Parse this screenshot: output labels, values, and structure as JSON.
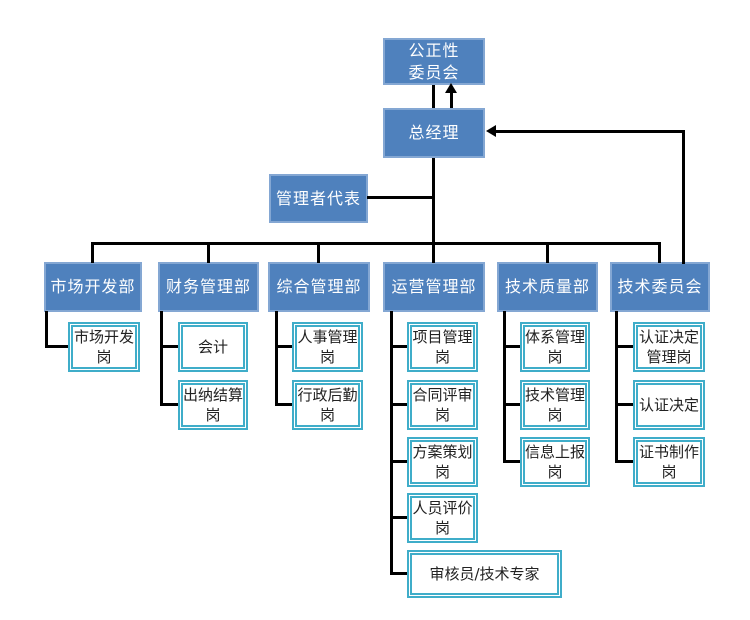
{
  "diagram": {
    "type": "org-chart",
    "hierarchy": {
      "impartiality_committee": "公正性委员会",
      "general_manager": "总经理",
      "management_representative": "管理者代表",
      "departments": [
        {
          "name": "市场开发部",
          "posts": [
            "市场开发岗"
          ]
        },
        {
          "name": "财务管理部",
          "posts": [
            "会计",
            "出纳结算岗"
          ]
        },
        {
          "name": "综合管理部",
          "posts": [
            "人事管理岗",
            "行政后勤岗"
          ]
        },
        {
          "name": "运营管理部",
          "posts": [
            "项目管理岗",
            "合同评审岗",
            "方案策划岗",
            "人员评价岗",
            "审核员/技术专家"
          ]
        },
        {
          "name": "技术质量部",
          "posts": [
            "体系管理岗",
            "技术管理岗",
            "信息上报岗"
          ]
        },
        {
          "name": "技术委员会",
          "posts": [
            "认证决定管理岗",
            "认证决定",
            "证书制作岗"
          ]
        }
      ],
      "arrows": [
        {
          "from": "总经理",
          "to": "公正性委员会",
          "direction": "up"
        },
        {
          "from": "技术委员会",
          "to": "总经理",
          "direction": "left"
        }
      ]
    }
  },
  "nodes": {
    "impartiality": "公正性\n委员会",
    "gm": "总经理",
    "rep": "管理者代表",
    "dept1": "市场开发部",
    "dept2": "财务管理部",
    "dept3": "综合管理部",
    "dept4": "运营管理部",
    "dept5": "技术质量部",
    "dept6": "技术委员会",
    "c1_1": "市场开发\n岗",
    "c2_1": "会计",
    "c2_2": "出纳结算\n岗",
    "c3_1": "人事管理\n岗",
    "c3_2": "行政后勤\n岗",
    "c4_1": "项目管理\n岗",
    "c4_2": "合同评审\n岗",
    "c4_3": "方案策划\n岗",
    "c4_4": "人员评价\n岗",
    "c4_5": "审核员/技术专家",
    "c5_1": "体系管理\n岗",
    "c5_2": "技术管理\n岗",
    "c5_3": "信息上报\n岗",
    "c6_1": "认证决定\n管理岗",
    "c6_2": "认证决定",
    "c6_3": "证书制作\n岗"
  },
  "colors": {
    "dept_fill": "#4f81bd",
    "dept_border": "#84a7d3",
    "dept_text": "#ffffff",
    "post_border": "#3fadc9",
    "post_text": "#222222",
    "line": "#000000",
    "background": "#ffffff"
  }
}
